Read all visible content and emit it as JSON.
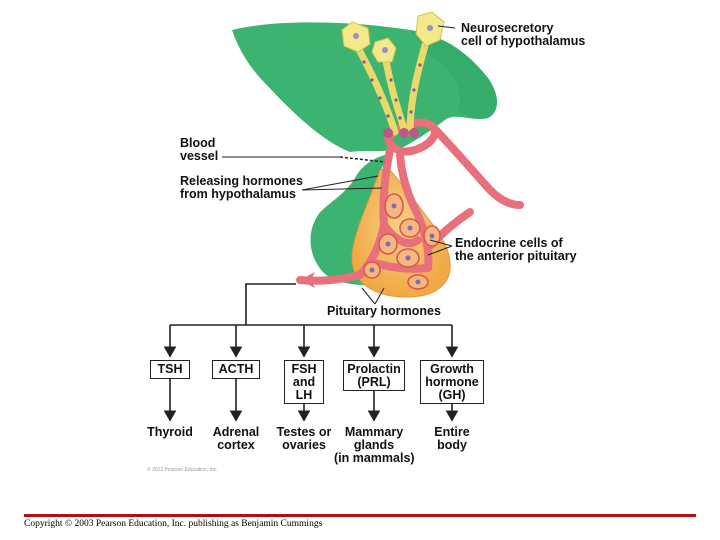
{
  "labels": {
    "neurosecretory": "Neurosecretory\ncell of hypothalamus",
    "blood_vessel": "Blood\nvessel",
    "releasing_hormones": "Releasing hormones\nfrom hypothalamus",
    "endocrine_cells": "Endocrine cells of\nthe anterior pituitary",
    "pituitary_hormones": "Pituitary hormones"
  },
  "hormones": [
    {
      "name": "TSH",
      "target": "Thyroid"
    },
    {
      "name": "ACTH",
      "target": "Adrenal\ncortex"
    },
    {
      "name": "FSH\nand\nLH",
      "target": "Testes or\novaries"
    },
    {
      "name": "Prolactin\n(PRL)",
      "target": "Mammary\nglands\n(in mammals)"
    },
    {
      "name": "Growth\nhormone\n(GH)",
      "target": "Entire\nbody"
    }
  ],
  "credit": "© 2012 Pearson Education, Inc.",
  "footer": "Copyright © 2003 Pearson Education, Inc. publishing as Benjamin Cummings",
  "colors": {
    "hypothalamus": "#3cb371",
    "pituitary": "#f2b45a",
    "vessel": "#e8707a",
    "neuron": "#f3e98a",
    "footer_rule": "#b01010"
  }
}
